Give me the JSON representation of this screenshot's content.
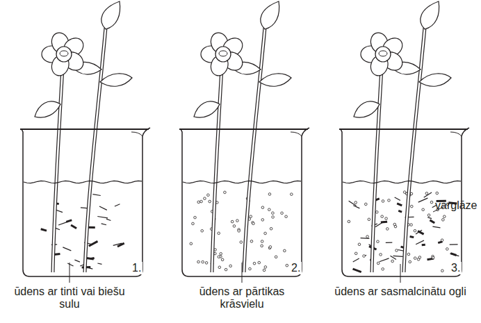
{
  "diagram": {
    "labels": [
      "vārglāze",
      "1.",
      "ūdens ar tinti vai biešu sulu",
      "2.",
      "ūdens ar pārtikas krāsvielu",
      "3.",
      "ūdens ar sasmalcinātu ogli"
    ]
  }
}
